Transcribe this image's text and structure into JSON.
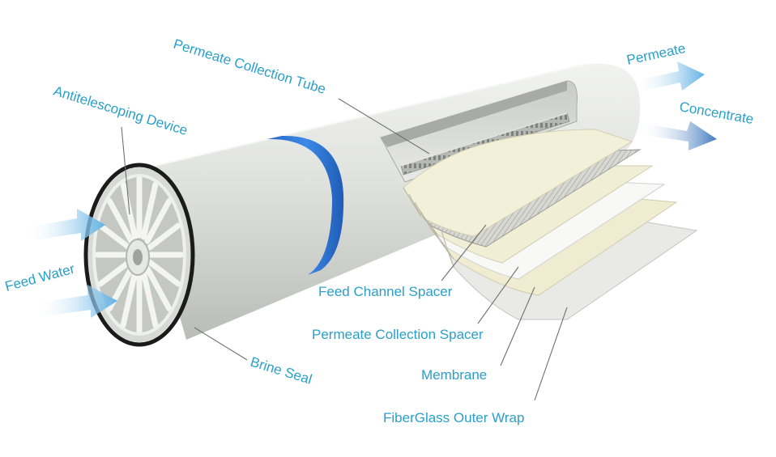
{
  "labels": {
    "permeate_collection_tube": "Permeate Collection Tube",
    "antitelescoping_device": "Antitelescoping Device",
    "feed_water": "Feed Water",
    "brine_seal": "Brine Seal",
    "permeate": "Permeate",
    "concentrate": "Concentrate",
    "feed_channel_spacer": "Feed Channel Spacer",
    "permeate_collection_spacer": "Permeate Collection Spacer",
    "membrane": "Membrane",
    "fiberglass_outer_wrap": "FiberGlass Outer Wrap"
  },
  "colors": {
    "label_text": "#2a9fc9",
    "band": "#2f77d6",
    "flow_arrow": "#6fb8e6",
    "concentrate_arrow": "#4f86c4",
    "shell": "#dadcd8",
    "layer_cream": "#f0eed5"
  }
}
